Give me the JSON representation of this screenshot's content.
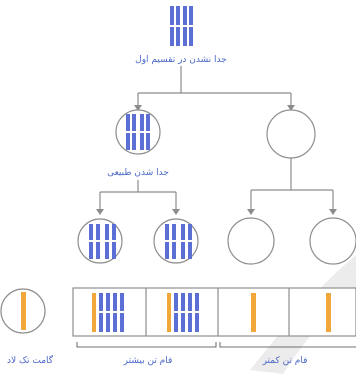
{
  "diagram": {
    "labels": {
      "top": "جدا نشدن در تقسیم اول",
      "mid": "جدا شدن طبیعی",
      "gamete": "گامت تک لاد",
      "more": "فام تن بیشتر",
      "less": "فام تن کمتر"
    },
    "colors": {
      "blue": "#5b6fd4",
      "orange": "#f1a73a",
      "line": "#8c8c8c",
      "text": "#4a67c7",
      "watermark": "#e9e9e9"
    }
  }
}
